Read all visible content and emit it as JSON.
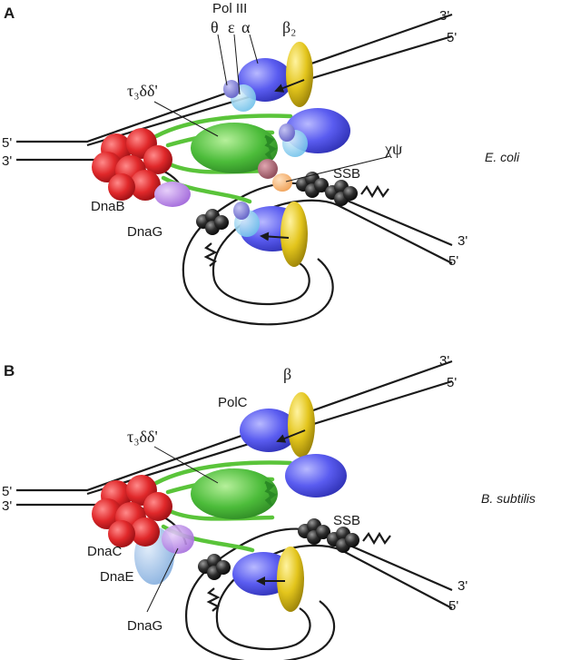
{
  "panels": {
    "a": {
      "panel_label": "A",
      "organism": "E. coli",
      "labels": {
        "pol": "Pol III",
        "theta": "θ",
        "epsilon": "ε",
        "alpha": "α",
        "beta": "β₂",
        "tau": "τ₃δδ'",
        "chipsi": "χψ",
        "ssb": "SSB",
        "helicase": "DnaB",
        "primase": "DnaG",
        "left_top_end": "5'",
        "left_bottom_end": "3'",
        "right_top_end_1": "3'",
        "right_top_end_2": "5'",
        "lag_end_1": "3'",
        "lag_end_2": "5'"
      }
    },
    "b": {
      "panel_label": "B",
      "organism": "B. subtilis",
      "labels": {
        "beta": "β",
        "pol": "PolC",
        "tau": "τ₃δδ'",
        "ssb": "SSB",
        "helicase": "DnaC",
        "primase_pol": "DnaE",
        "primase": "DnaG",
        "left_top_end": "5'",
        "left_bottom_end": "3'",
        "right_top_end_1": "3'",
        "right_top_end_2": "5'",
        "lag_end_1": "3'",
        "lag_end_2": "5'"
      }
    }
  },
  "colors": {
    "helicase": "#e0282a",
    "clamp_loader": "#4cbc3a",
    "polymerase": "#5a5cf0",
    "clamp": "#e3c51c",
    "epsilon": "#8ed0ee",
    "theta": "#7b7ad6",
    "primase": "#b784e2",
    "chi": "#a7606e",
    "psi": "#f4b16f",
    "ssb": "#2a2a2a",
    "dnae": "#8eb8e6"
  }
}
